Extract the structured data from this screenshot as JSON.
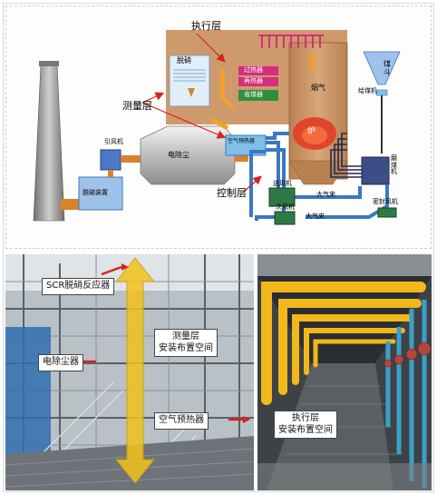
{
  "diagram": {
    "labels": {
      "exec_layer": "执行层",
      "measure_layer": "测量层",
      "control_layer": "控制层",
      "chimney_hint": "",
      "denitration": "脱硝",
      "reheater": "过热器",
      "reheater2": "再热器",
      "economizer": "省煤器",
      "flue_gas": "烟气",
      "furnace": "炉",
      "coal_hopper": "煤\n斗",
      "coal_feeder": "给煤机",
      "coal_mill": "磨\n煤\n机",
      "dust_collector": "电除尘",
      "induced_fan": "引风机",
      "desulfur": "脱硫装置",
      "forced_fan": "送风机",
      "primary_fan": "一次风机",
      "sealing_fan": "密封风机",
      "atmosphere1": "大气来",
      "atmosphere2": "大气来",
      "air_preheater": "空气预热器"
    }
  },
  "photo_left": {
    "callouts": {
      "scr": "SCR脱硝反应器",
      "dust": "电除尘器",
      "measure": "测量层\n安装布置空间",
      "preheater": "空气预热器"
    }
  },
  "photo_right": {
    "callouts": {
      "exec": "执行层\n安装布置空间"
    }
  },
  "colors": {
    "flue_orange": "#d9822b",
    "boiler_brown": "#c98f5c",
    "air_blue": "#3a78c2",
    "red_arrow": "#d8221b",
    "pipe_yellow": "#f2b71a"
  }
}
